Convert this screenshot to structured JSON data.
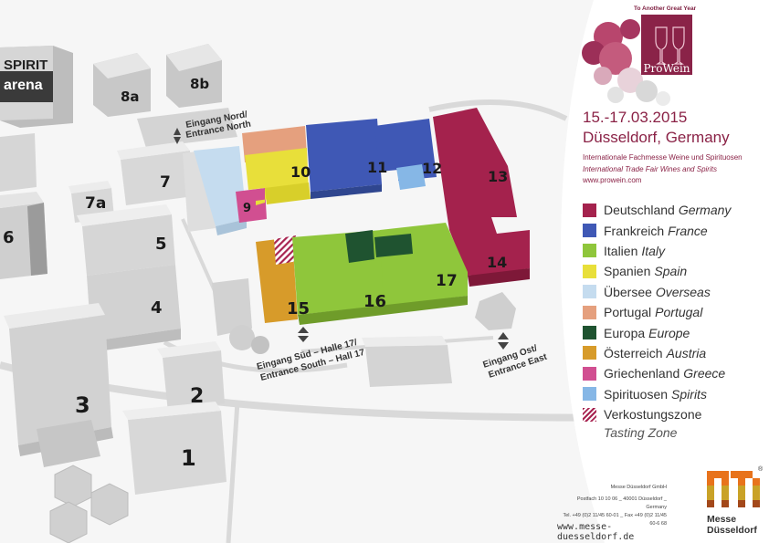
{
  "halls": [
    {
      "id": "1",
      "color": "#dcdcdc"
    },
    {
      "id": "2",
      "color": "#dcdcdc"
    },
    {
      "id": "3",
      "color": "#dcdcdc"
    },
    {
      "id": "4",
      "color": "#dcdcdc"
    },
    {
      "id": "5",
      "color": "#dcdcdc"
    },
    {
      "id": "6",
      "color": "#dcdcdc"
    },
    {
      "id": "7",
      "color": "#dcdcdc"
    },
    {
      "id": "7a",
      "color": "#dcdcdc"
    },
    {
      "id": "8a",
      "color": "#dcdcdc"
    },
    {
      "id": "8b",
      "color": "#dcdcdc"
    },
    {
      "id": "9",
      "color": "#d14f91"
    },
    {
      "id": "10",
      "color": "#e8df3a"
    },
    {
      "id": "11",
      "color": "#3f58b5"
    },
    {
      "id": "12",
      "color": "#3f58b5"
    },
    {
      "id": "13",
      "color": "#a4224d"
    },
    {
      "id": "14",
      "color": "#a4224d"
    },
    {
      "id": "15",
      "color": "#8fc63b"
    },
    {
      "id": "16",
      "color": "#8fc63b"
    },
    {
      "id": "17",
      "color": "#d79b2a"
    }
  ],
  "arena_label": {
    "line1": "SPIRIT",
    "line2": "arena"
  },
  "entrances": {
    "north": {
      "line1": "Eingang Nord/",
      "line2": "Entrance North"
    },
    "south": {
      "line1": "Eingang Süd – Halle 17/",
      "line2": "Entrance South – Hall 17"
    },
    "east": {
      "line1": "Eingang Ost/",
      "line2": "Entrance East"
    }
  },
  "brand": {
    "tagline": "To Another Great Year",
    "name": "ProWein"
  },
  "event": {
    "dates": "15.-17.03.2015",
    "city": "Düsseldorf, Germany",
    "subtitle_de": "Internationale Fachmesse Weine und Spirituosen",
    "subtitle_en": "International Trade Fair Wines and Spirits",
    "website": "www.prowein.com"
  },
  "legend": [
    {
      "de": "Deutschland",
      "en": "Germany",
      "color": "#a4224d"
    },
    {
      "de": "Frankreich",
      "en": "France",
      "color": "#3f58b5"
    },
    {
      "de": "Italien",
      "en": "Italy",
      "color": "#8fc63b"
    },
    {
      "de": "Spanien",
      "en": "Spain",
      "color": "#e8df3a"
    },
    {
      "de": "Übersee",
      "en": "Overseas",
      "color": "#c5dcef"
    },
    {
      "de": "Portugal",
      "en": "Portugal",
      "color": "#e5a07e"
    },
    {
      "de": "Europa",
      "en": "Europe",
      "color": "#1f5330"
    },
    {
      "de": "Österreich",
      "en": "Austria",
      "color": "#d79b2a"
    },
    {
      "de": "Griechenland",
      "en": "Greece",
      "color": "#d14f91"
    },
    {
      "de": "Spirituosen",
      "en": "Spirits",
      "color": "#86b7e6"
    },
    {
      "de": "Verkostungszone",
      "en": "Tasting Zone",
      "color": "hatch"
    }
  ],
  "organizer": {
    "name": "Messe Düsseldorf GmbH",
    "postal": "Postfach 10 10 06 _ 40001 Düsseldorf _ Germany",
    "phone": "Tel. +49 (0)2 11/45 60-01 _ Fax +49 (0)2 11/45 60-6 68",
    "website": "www.messe-duesseldorf.de",
    "logo_line1": "Messe",
    "logo_line2": "Düsseldorf"
  }
}
